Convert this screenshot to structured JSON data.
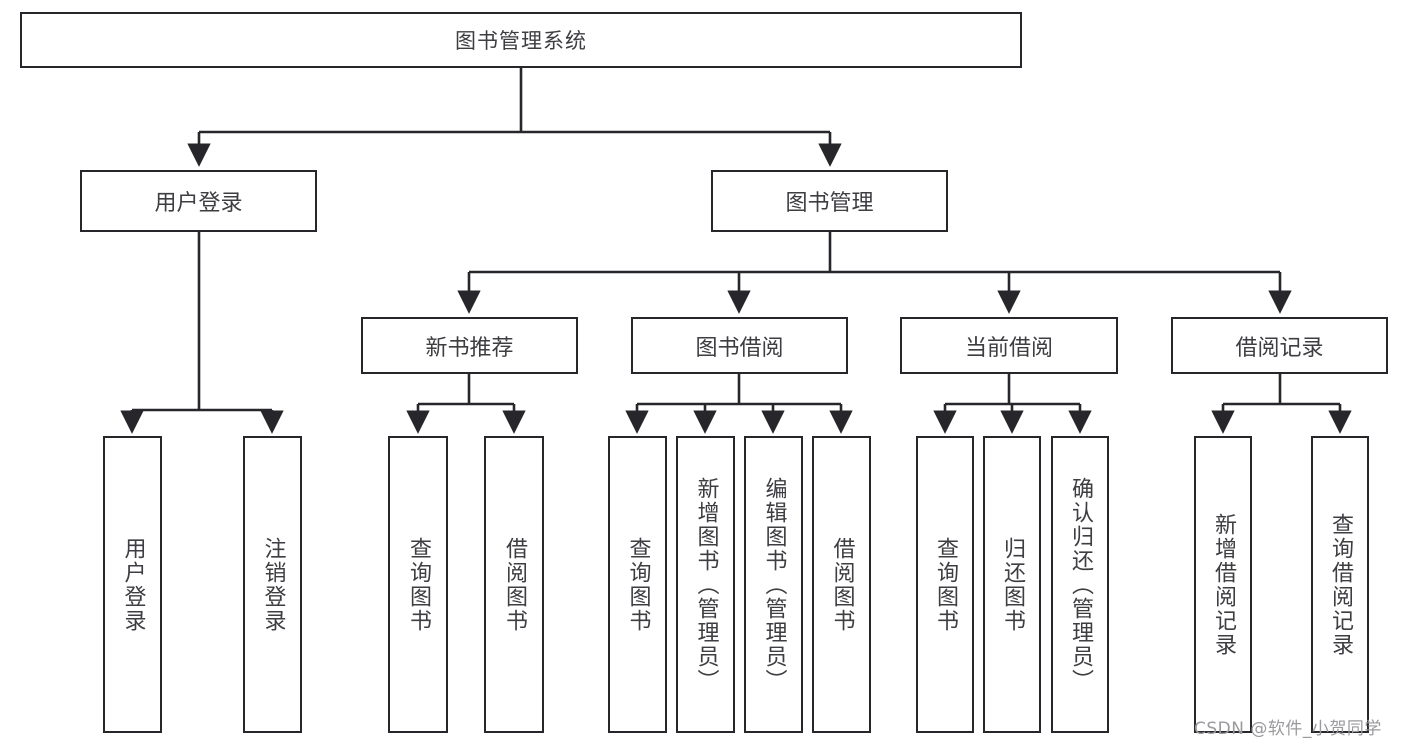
{
  "diagram": {
    "title": "图书管理系统",
    "type": "tree-hierarchy-chart",
    "watermark": "CSDN @软件_小贺同学",
    "colors": {
      "border": "#26262b",
      "text": "#3d3d42",
      "background": "#ffffff",
      "watermark": "#9a9a9e"
    },
    "nodes": {
      "root": {
        "label": "图书管理系统"
      },
      "level2": [
        {
          "id": "user-login",
          "label": "用户登录"
        },
        {
          "id": "book-manage",
          "label": "图书管理"
        }
      ],
      "level3": [
        {
          "id": "new-book-recommend",
          "label": "新书推荐"
        },
        {
          "id": "book-borrow",
          "label": "图书借阅"
        },
        {
          "id": "current-borrow",
          "label": "当前借阅"
        },
        {
          "id": "borrow-record",
          "label": "借阅记录"
        }
      ],
      "leaves": {
        "user-login": [
          {
            "id": "leaf-user-login",
            "label": "用户登录"
          },
          {
            "id": "leaf-logout-login",
            "label": "注销登录"
          }
        ],
        "new-book-recommend": [
          {
            "id": "leaf-query-book-1",
            "label": "查询图书"
          },
          {
            "id": "leaf-borrow-book-1",
            "label": "借阅图书"
          }
        ],
        "book-borrow": [
          {
            "id": "leaf-query-book-2",
            "label": "查询图书"
          },
          {
            "id": "leaf-add-book",
            "label": "新增图书（管理员）"
          },
          {
            "id": "leaf-edit-book",
            "label": "编辑图书（管理员）"
          },
          {
            "id": "leaf-borrow-book-2",
            "label": "借阅图书"
          }
        ],
        "current-borrow": [
          {
            "id": "leaf-query-book-3",
            "label": "查询图书"
          },
          {
            "id": "leaf-return-book",
            "label": "归还图书"
          },
          {
            "id": "leaf-confirm-return",
            "label": "确认归还（管理员）"
          }
        ],
        "borrow-record": [
          {
            "id": "leaf-add-record",
            "label": "新增借阅记录"
          },
          {
            "id": "leaf-query-record",
            "label": "查询借阅记录"
          }
        ]
      }
    }
  }
}
